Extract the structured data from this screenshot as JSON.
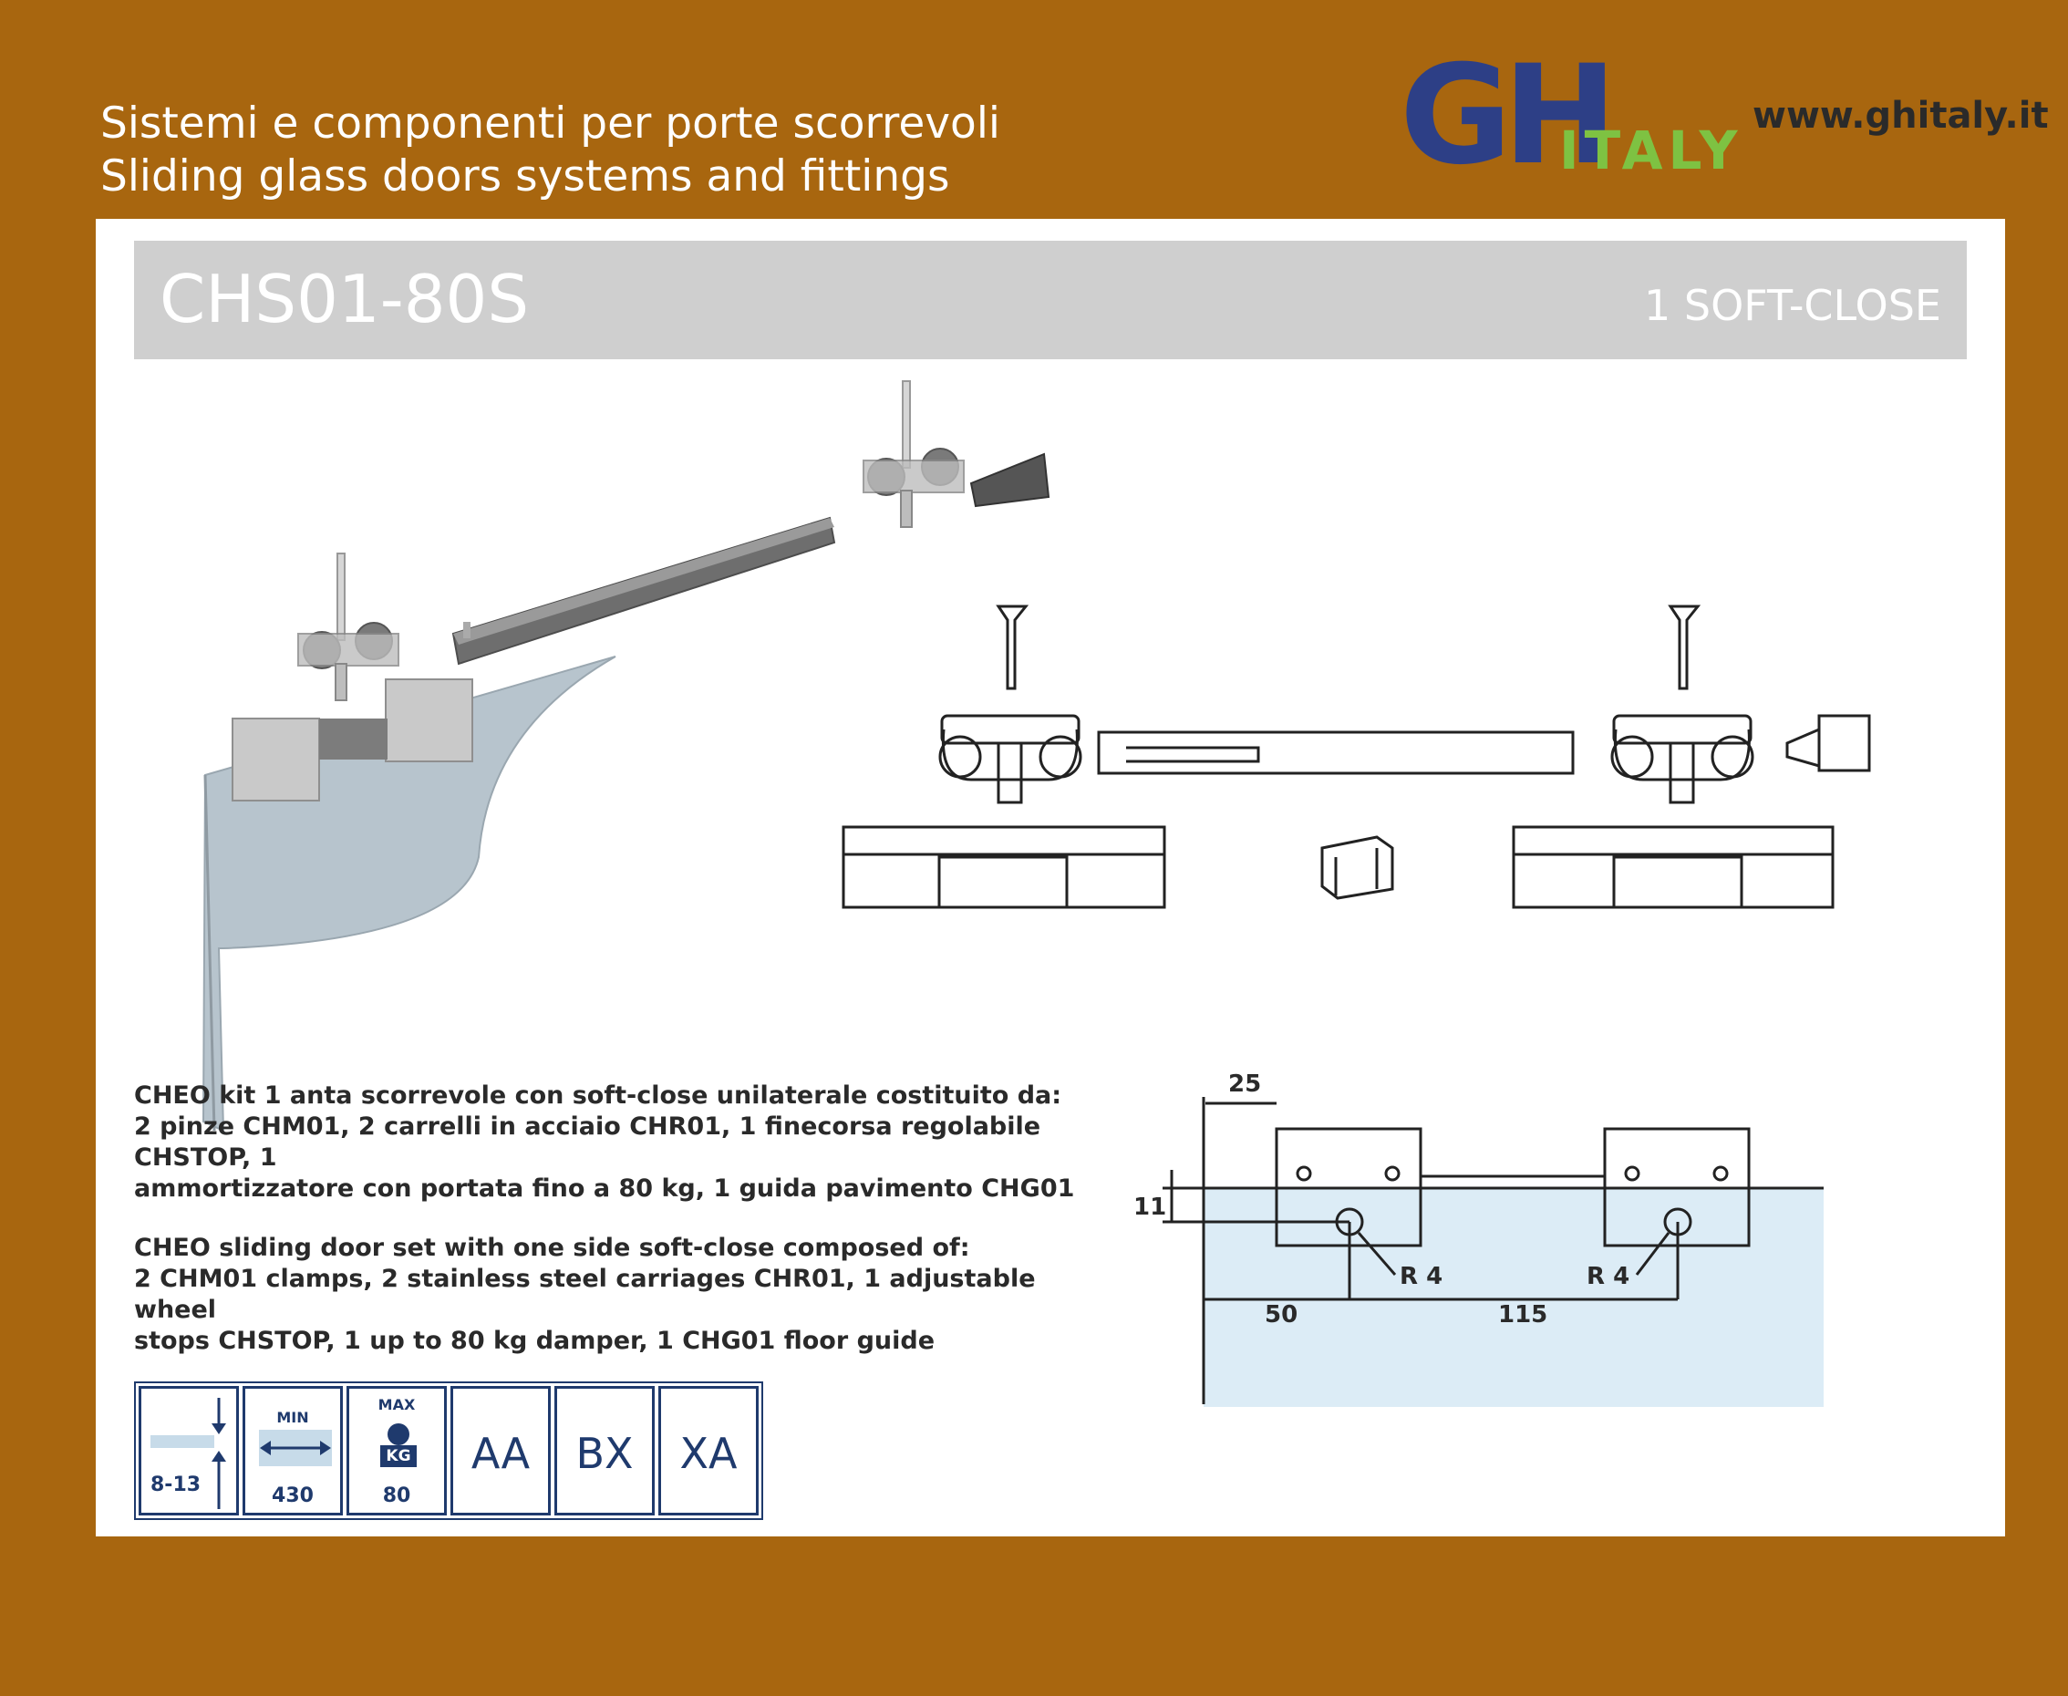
{
  "header": {
    "tagline_it": "Sistemi e componenti per porte scorrevoli",
    "tagline_en": "Sliding glass doors systems and fittings",
    "logo_letters": "GH",
    "logo_word": "ITALY",
    "website": "www.ghitaly.it"
  },
  "product": {
    "code": "CHS01-80S",
    "subtitle": "1 SOFT-CLOSE"
  },
  "description": {
    "it": [
      "CHEO kit 1 anta scorrevole con soft-close unilaterale costituito da:",
      "2 pinze CHM01, 2 carrelli in acciaio CHR01, 1 finecorsa regolabile CHSTOP, 1",
      "ammortizzatore con portata fino a 80 kg, 1 guida pavimento CHG01"
    ],
    "en": [
      "CHEO sliding door set with one side soft-close composed of:",
      "2 CHM01 clamps, 2 stainless steel carriages CHR01, 1 adjustable wheel",
      "stops CHSTOP, 1 up to 80 kg damper, 1 CHG01 floor guide"
    ]
  },
  "dimensions": {
    "top": "25",
    "side": "11",
    "left": "50",
    "middle": "115",
    "radius_left": "R 4",
    "radius_right": "R 4"
  },
  "icons": [
    {
      "name": "glass-thickness",
      "value": "8-13"
    },
    {
      "name": "min-width",
      "label": "MIN",
      "value": "430"
    },
    {
      "name": "max-weight",
      "label": "MAX",
      "unit": "KG",
      "value": "80"
    },
    {
      "name": "finish-aa",
      "text": "AA"
    },
    {
      "name": "finish-bx",
      "text": "BX"
    },
    {
      "name": "finish-xa",
      "text": "XA"
    }
  ],
  "colors": {
    "background": "#a8660f",
    "banner": "#cfcfcf",
    "logo_blue": "#2d3f86",
    "logo_green": "#7ec242",
    "icon_blue": "#1f3a6d",
    "glass": "#dcecf6"
  }
}
